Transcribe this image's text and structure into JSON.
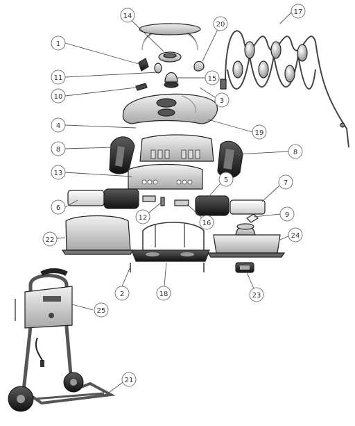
{
  "diagram": {
    "callouts": [
      {
        "id": "c1",
        "label": "1"
      },
      {
        "id": "c2",
        "label": "2"
      },
      {
        "id": "c3",
        "label": "3"
      },
      {
        "id": "c4",
        "label": "4"
      },
      {
        "id": "c5",
        "label": "5"
      },
      {
        "id": "c6",
        "label": "6"
      },
      {
        "id": "c7",
        "label": "7"
      },
      {
        "id": "c8a",
        "label": "8"
      },
      {
        "id": "c8b",
        "label": "8"
      },
      {
        "id": "c9",
        "label": "9"
      },
      {
        "id": "c10",
        "label": "10"
      },
      {
        "id": "c11",
        "label": "11"
      },
      {
        "id": "c12",
        "label": "12"
      },
      {
        "id": "c13",
        "label": "13"
      },
      {
        "id": "c14",
        "label": "14"
      },
      {
        "id": "c15",
        "label": "15"
      },
      {
        "id": "c16",
        "label": "16"
      },
      {
        "id": "c17",
        "label": "17"
      },
      {
        "id": "c18",
        "label": "18"
      },
      {
        "id": "c19",
        "label": "19"
      },
      {
        "id": "c20",
        "label": "20"
      },
      {
        "id": "c21",
        "label": "21"
      },
      {
        "id": "c22",
        "label": "22"
      },
      {
        "id": "c23",
        "label": "23"
      },
      {
        "id": "c24",
        "label": "24"
      },
      {
        "id": "c25",
        "label": "25"
      }
    ],
    "colors": {
      "body": "#d9d9d9",
      "dark": "#2b2b2b",
      "hose": "#3a3a3a",
      "float": "#bfbfbf",
      "roller": "#f2f2f2"
    }
  }
}
